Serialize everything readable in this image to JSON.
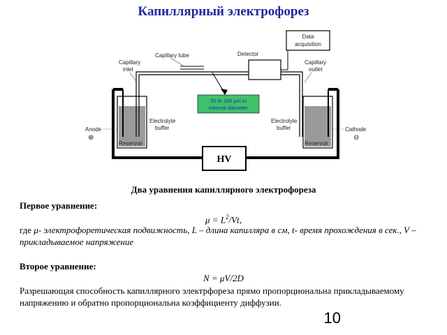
{
  "title": "Капиллярный электрофорез",
  "diagram": {
    "data_acquisition": [
      "Data",
      "acquisition"
    ],
    "detector": "Detector",
    "capillary_tube": "Capillary tube",
    "capillary_inlet": [
      "Capillary",
      "inlet"
    ],
    "capillary_outlet": [
      "Capillary",
      "outlet"
    ],
    "note": [
      "20 to 100 µm in",
      "internal diameter"
    ],
    "electrolyte_left": [
      "Electrolyte",
      "buffer"
    ],
    "electrolyte_right": [
      "Electrolyte",
      "buffer"
    ],
    "reservoir_left": "Reservoir",
    "reservoir_right": "Reservoir",
    "anode": "Anode",
    "anode_symbol": "⊕",
    "cathode": "Cathode",
    "cathode_symbol": "⊖",
    "hv": "HV",
    "note_color": "#3fc06a"
  },
  "subtitle": "Два уравнения капиллярного электрофореза",
  "eq1_label": "Первое уравнение:",
  "eq1_main": "μ = L",
  "eq1_sup": "2",
  "eq1_tail": "/Vt,",
  "eq1_desc_prefix": "где ",
  "eq1_desc": "μ- электрофоретическая подвижность, L – длина капилляра в см, t- время прохождения в сек., V – прикладываемое напряжение",
  "eq2_label": "Второе уравнение:",
  "eq2": "N = μV/2D",
  "eq2_desc": "Разрешающая способность капиллярного электрфореза прямо пропорциональна прикладываемому напряжению и обратно пропорциональна коэффициенту диффузии.",
  "page_number": "10"
}
